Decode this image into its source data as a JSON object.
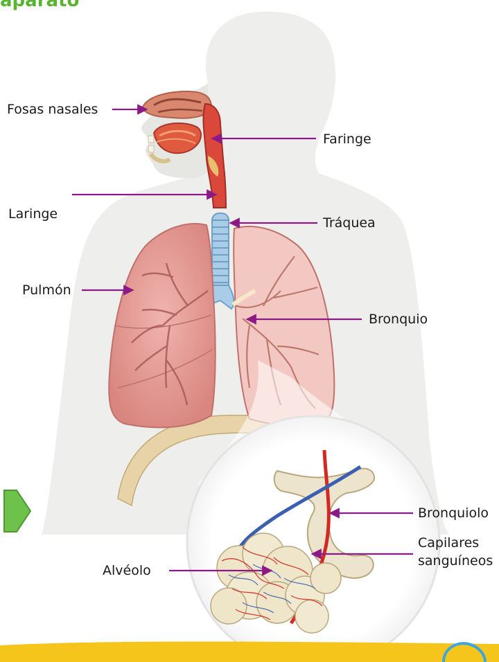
{
  "title_fragment": "aparato",
  "labels": {
    "fosas_nasales": "Fosas nasales",
    "faringe": "Faringe",
    "laringe": "Laringe",
    "traquea": "Tráquea",
    "pulmon": "Pulmón",
    "bronquio": "Bronquio",
    "bronquiolo": "Bronquiolo",
    "capilares_line1": "Capilares",
    "capilares_line2": "sanguíneos",
    "alveolo": "Alvéolo"
  },
  "colors": {
    "label_arrow": "#8b1a86",
    "body_silhouette": "#eeeeec",
    "lung": "#e7a39e",
    "lung_dark": "#c86a68",
    "trachea": "#a9cde6",
    "pharynx": "#d9483a",
    "diaphragm": "#e8d3a8",
    "bronchiole": "#ece4cc",
    "vein": "#3a5fb0",
    "artery": "#d22a22",
    "title": "#5bb431",
    "banner": "#f6c51b",
    "next_button": "#6cc24a"
  },
  "icons": {
    "next": "next-arrow-icon"
  }
}
